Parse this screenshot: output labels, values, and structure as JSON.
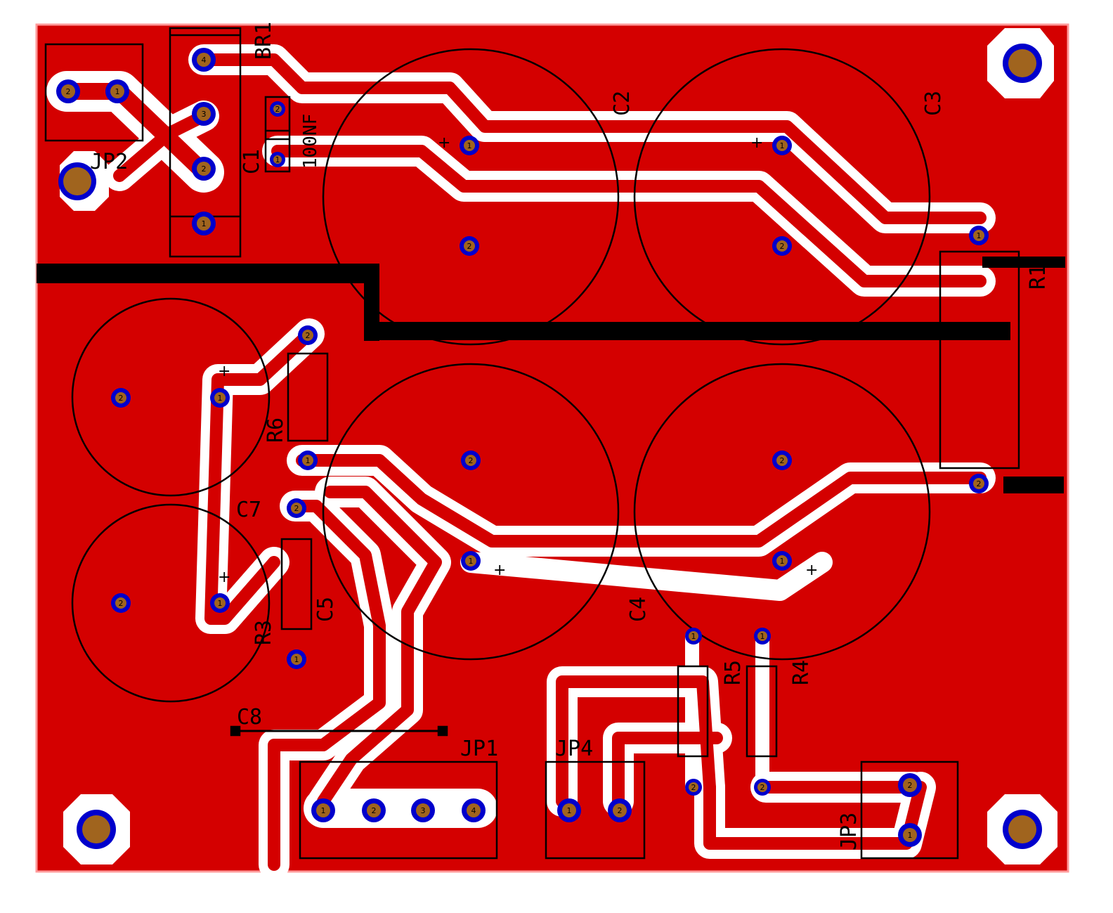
{
  "colors": {
    "copper": "#d40000",
    "clearance": "#ffffff",
    "silkscreen": "#000000",
    "pad_ring": "#0000cc",
    "pad_hole": "#a0641e",
    "board_edge": "#ff9999"
  },
  "labels": {
    "br1": "BR1",
    "c1": "C1",
    "c1_value": "100NF",
    "c2": "C2",
    "c3": "C3",
    "c4": "C4",
    "c5": "C5",
    "c7": "C7",
    "c8": "C8",
    "r1": "R1",
    "r3": "R3",
    "r4": "R4",
    "r5": "R5",
    "r6": "R6",
    "jp1": "JP1",
    "jp2": "JP2",
    "jp3": "JP3",
    "jp4": "JP4"
  },
  "pins": {
    "p1": "1",
    "p2": "2",
    "p3": "3",
    "p4": "4"
  },
  "polarity": "+"
}
